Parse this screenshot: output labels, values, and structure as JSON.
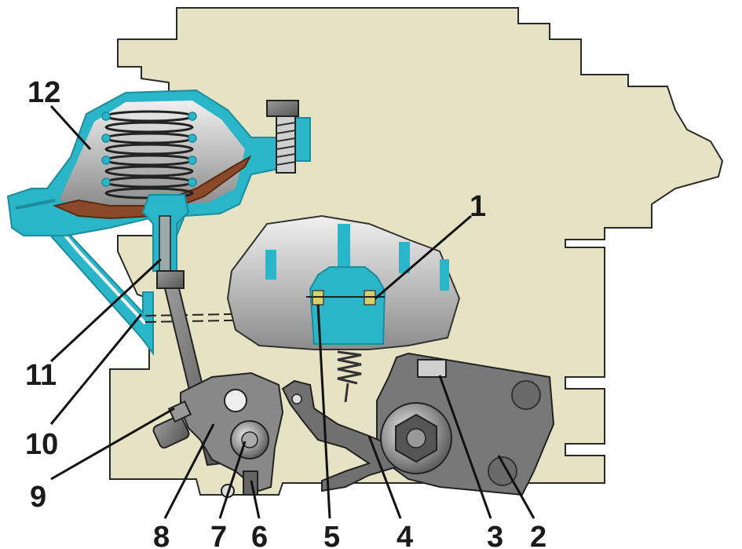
{
  "diagram": {
    "callouts": [
      {
        "id": "1",
        "label": "1"
      },
      {
        "id": "2",
        "label": "2"
      },
      {
        "id": "3",
        "label": "3"
      },
      {
        "id": "4",
        "label": "4"
      },
      {
        "id": "5",
        "label": "5"
      },
      {
        "id": "6",
        "label": "6"
      },
      {
        "id": "7",
        "label": "7"
      },
      {
        "id": "8",
        "label": "8"
      },
      {
        "id": "9",
        "label": "9"
      },
      {
        "id": "10",
        "label": "10"
      },
      {
        "id": "11",
        "label": "11"
      },
      {
        "id": "12",
        "label": "12"
      }
    ]
  },
  "colors": {
    "body": "#e6e3c4",
    "section": "#2bb5c8",
    "section_dark": "#1d8c9c",
    "metal": "#6b6b6b",
    "metal_light": "#b5b5b5",
    "diaphragm": "#8a4a2a",
    "cavity": "#d9d9d9",
    "gasket": "#d8cf6a",
    "ink": "#1a1a1a"
  }
}
